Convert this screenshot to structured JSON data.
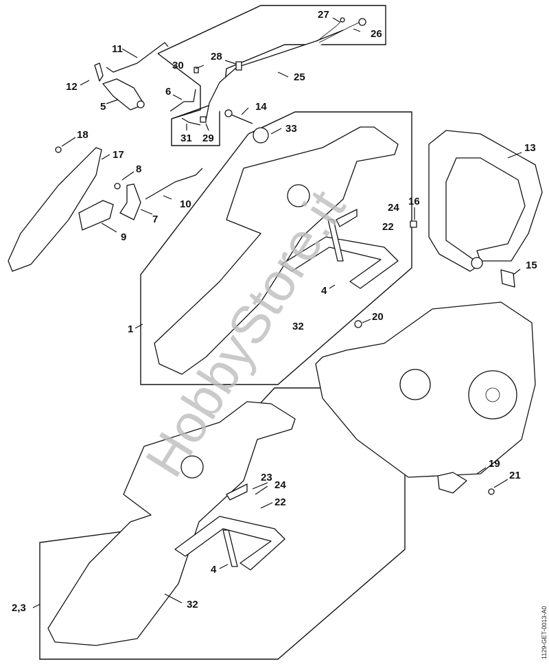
{
  "diagram": {
    "title": "Handle housing exploded parts diagram",
    "drawing_code": "1129-GET-0013-A0",
    "watermark": "HobbyStore.it",
    "callouts": [
      {
        "id": "c1",
        "label": "1"
      },
      {
        "id": "c23",
        "label": "2,3"
      },
      {
        "id": "c4a",
        "label": "4"
      },
      {
        "id": "c4b",
        "label": "4"
      },
      {
        "id": "c4c",
        "label": "4"
      },
      {
        "id": "c5",
        "label": "5"
      },
      {
        "id": "c6",
        "label": "6"
      },
      {
        "id": "c7",
        "label": "7"
      },
      {
        "id": "c8",
        "label": "8"
      },
      {
        "id": "c9",
        "label": "9"
      },
      {
        "id": "c10",
        "label": "10"
      },
      {
        "id": "c11",
        "label": "11"
      },
      {
        "id": "c12",
        "label": "12"
      },
      {
        "id": "c13",
        "label": "13"
      },
      {
        "id": "c14",
        "label": "14"
      },
      {
        "id": "c15",
        "label": "15"
      },
      {
        "id": "c16",
        "label": "16"
      },
      {
        "id": "c17",
        "label": "17"
      },
      {
        "id": "c18",
        "label": "18"
      },
      {
        "id": "c19",
        "label": "19"
      },
      {
        "id": "c20",
        "label": "20"
      },
      {
        "id": "c21",
        "label": "21"
      },
      {
        "id": "c22a",
        "label": "22"
      },
      {
        "id": "c22b",
        "label": "22"
      },
      {
        "id": "c23b",
        "label": "23"
      },
      {
        "id": "c24a",
        "label": "24"
      },
      {
        "id": "c24b",
        "label": "24"
      },
      {
        "id": "c25",
        "label": "25"
      },
      {
        "id": "c26",
        "label": "26"
      },
      {
        "id": "c27",
        "label": "27"
      },
      {
        "id": "c28",
        "label": "28"
      },
      {
        "id": "c29",
        "label": "29"
      },
      {
        "id": "c30",
        "label": "30"
      },
      {
        "id": "c31",
        "label": "31"
      },
      {
        "id": "c32a",
        "label": "32"
      },
      {
        "id": "c32b",
        "label": "32"
      },
      {
        "id": "c33",
        "label": "33"
      }
    ]
  }
}
